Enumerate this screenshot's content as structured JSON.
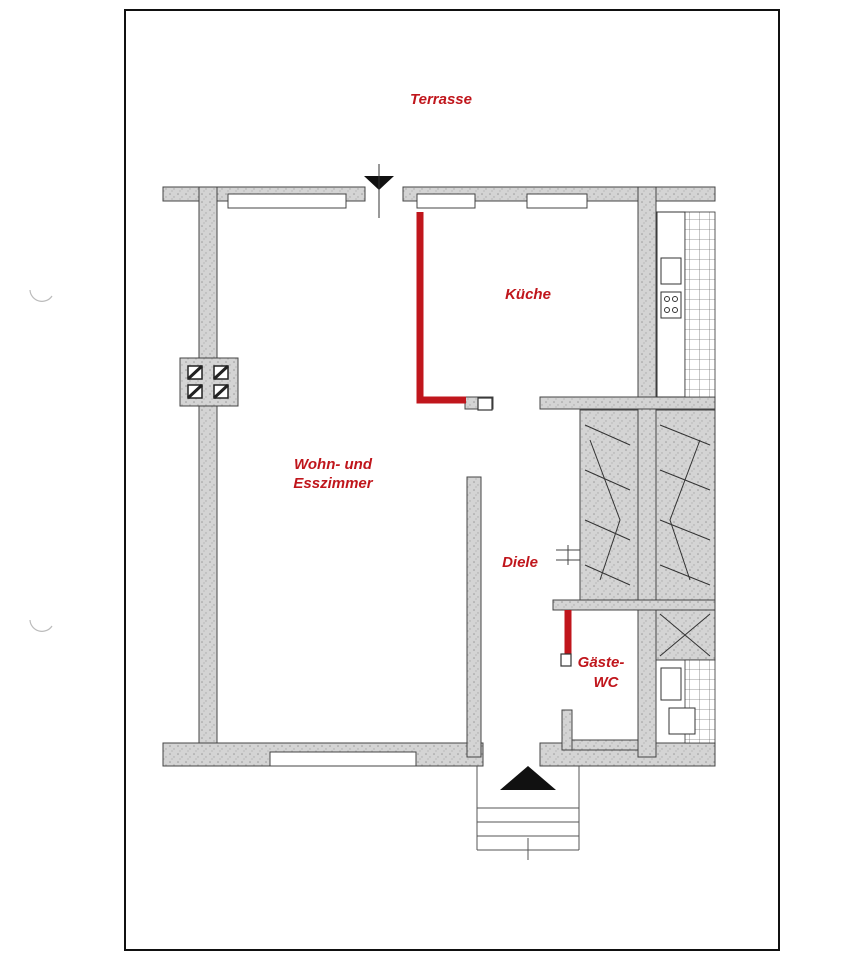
{
  "rooms": {
    "terrasse": "Terrasse",
    "kueche": "Küche",
    "wohn_line1": "Wohn- und",
    "wohn_line2": "Esszimmer",
    "diele": "Diele",
    "gaeste_line1": "Gäste-",
    "gaeste_line2": "WC"
  },
  "colors": {
    "wall_fill": "#d2d2d2",
    "wall_stroke": "#333333",
    "highlight": "#c0161c",
    "frame": "#111111",
    "label": "#c0161c"
  }
}
